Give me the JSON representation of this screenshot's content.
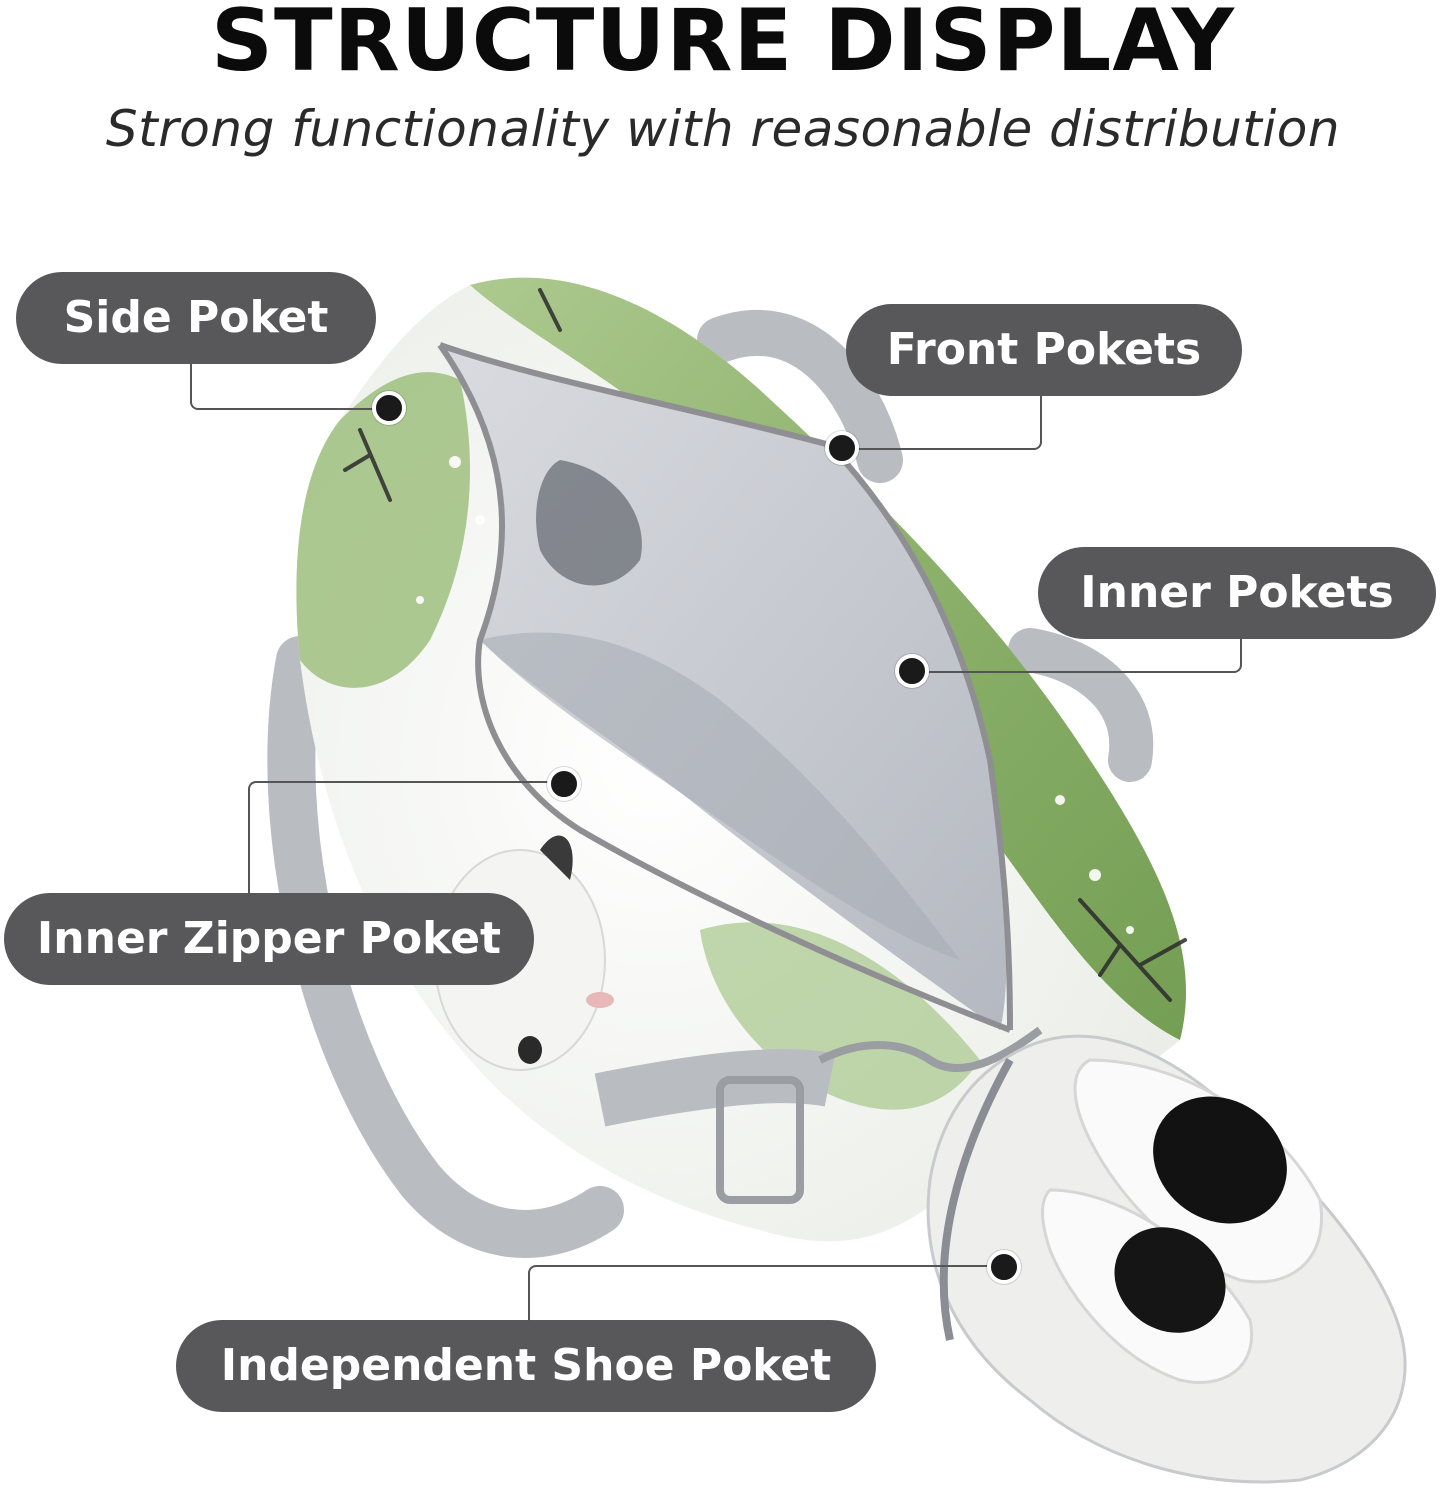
{
  "header": {
    "title": "STRUCTURE DISPLAY",
    "subtitle": "Strong functionality with reasonable distribution"
  },
  "callouts": {
    "side_pocket": "Side Poket",
    "front_pockets": "Front Pokets",
    "inner_pockets": "Inner Pokets",
    "inner_zipper_pocket": "Inner Zipper Poket",
    "shoe_pocket": "Independent Shoe Poket"
  },
  "colors": {
    "pill": "#58585a",
    "bag_green": "#8cb06a",
    "lining_gray": "#c9ccd2",
    "strap_gray": "#b9bcc1"
  }
}
